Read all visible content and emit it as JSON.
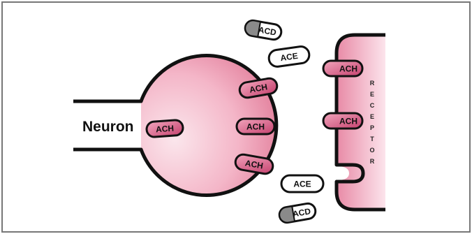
{
  "diagram": {
    "neuron_label": "Neuron",
    "receptor_label": [
      "R",
      "E",
      "C",
      "E",
      "P",
      "T",
      "O",
      "R"
    ],
    "pills": {
      "ach_neuron_stem": "ACH",
      "ach_neuron_top": "ACH",
      "ach_neuron_mid": "ACH",
      "ach_neuron_bottom": "ACH",
      "ach_receptor_top": "ACH",
      "ach_receptor_mid": "ACH",
      "ace_top": "ACE",
      "ace_bottom": "ACE",
      "acd_top": "ACD",
      "acd_bottom": "ACD"
    }
  },
  "colors": {
    "pink_dark": "#c5416e",
    "pink_light": "#fbdde6",
    "receptor_fill": "#f2a7bd",
    "outline": "#111111",
    "border": "#777777"
  }
}
